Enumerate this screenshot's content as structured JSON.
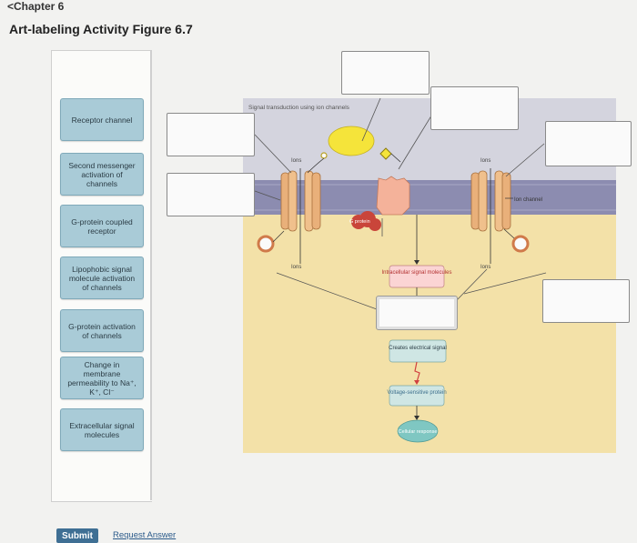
{
  "header": {
    "back_link": "<Chapter 6",
    "title": "Art-labeling Activity Figure 6.7"
  },
  "label_bank": [
    "Receptor channel",
    "Second messenger activation of channels",
    "G-protein coupled receptor",
    "Lipophobic signal molecule activation of channels",
    "G-protein activation of channels",
    "Change in membrane permeability to Na⁺, K⁺, Cl⁻",
    "Extracellular signal molecules"
  ],
  "diagram": {
    "title": "Signal transduction using ion channels",
    "ions": "Ions",
    "ion_channel": "Ion channel",
    "g_protein": "G protein",
    "intracellular": "Intracellular signal molecules",
    "creates": "Creates electrical signal",
    "voltage": "Voltage-sensitive protein",
    "cellular": "Cellular response"
  },
  "colors": {
    "extracellular": "#d4d4de",
    "intracellular": "#f3e1a8",
    "membrane": "#8c8cb0",
    "card": "#a9cbd7",
    "ligand": "#f5e43a",
    "g_protein": "#c9453a",
    "result_box": "#cfe6e4"
  },
  "footer": {
    "submit": "Submit",
    "request": "Request Answer"
  }
}
